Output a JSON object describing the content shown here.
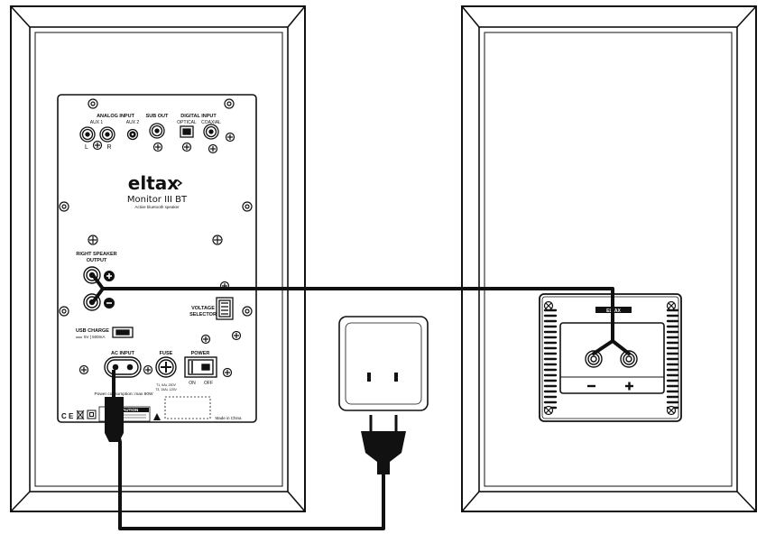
{
  "left_panel": {
    "analog_input": "ANALOG INPUT",
    "aux1": "AUX 1",
    "aux2": "AUX 2",
    "left_mark": "L",
    "right_mark": "R",
    "sub_out": "SUB OUT",
    "digital_input": "DIGITAL INPUT",
    "optical": "OPTICAL",
    "coaxial": "COAXIAL",
    "brand": "eltax",
    "model": "Monitor III BT",
    "tagline": "Active bluetooth speaker",
    "right_speaker_output_1": "RIGHT SPEAKER",
    "right_speaker_output_2": "OUTPUT",
    "voltage_selector_1": "VOLTAGE",
    "voltage_selector_2": "SELECTOR",
    "usb_charge": "USB CHARGE",
    "usb_rating": "5V | 500mA",
    "ac_input": "AC INPUT",
    "fuse": "FUSE",
    "power": "POWER",
    "on": "ON",
    "off": "OFF",
    "power_consumption": "Power consumption: max 80W",
    "fuse_rating_1": "T1, 6AL 250V",
    "fuse_rating_2": "T3, 15AL 125V",
    "caution": "CAUTION",
    "made_in": "Made in China"
  },
  "right_panel": {
    "label_tag": "ELTAX"
  }
}
